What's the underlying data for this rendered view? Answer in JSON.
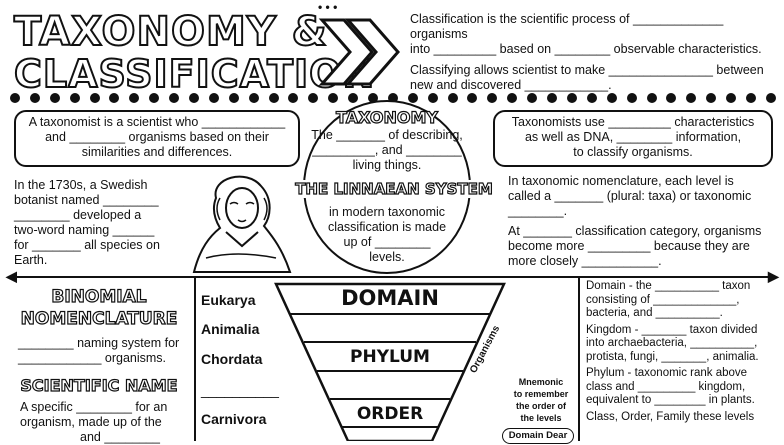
{
  "title": {
    "line1": "TAXONOMY &",
    "line2": "CLASSIFICATION"
  },
  "classification": {
    "line1": "Classification is the scientific process of _____________ organisms",
    "line2": "into _________ based on ________ observable characteristics.",
    "line3": "Classifying allows scientist to make _______________ between",
    "line4": "new and discovered ____________."
  },
  "taxonomist_box": {
    "line1": "A taxonomist is a scientist who ____________",
    "line2": "and ________ organisms based on their",
    "line3": "similarities and differences."
  },
  "taxonomy_center": {
    "heading": "TAXONOMY",
    "line1": "The _______ of describing,",
    "line2": "_________, and ________",
    "line3": "living things.",
    "linnaean": "THE LINNAEAN SYSTEM",
    "line4": "in modern taxonomic",
    "line5": "classification is made",
    "line6": "up of ________",
    "line7": "levels."
  },
  "taxonomists_use": {
    "line1": "Taxonomists use _________ characteristics",
    "line2": "as well as DNA, ________ information,",
    "line3": "to classify organisms."
  },
  "swedish": {
    "line1": "In the 1730s, a Swedish",
    "line2": "botanist named ________",
    "line3": "________ developed a",
    "line4": "two-word naming ______",
    "line5": "for _______ all species on",
    "line6": "Earth."
  },
  "nomenclature": {
    "line1": "In taxonomic nomenclature, each level is",
    "line2": "called a _______ (plural: taxa) or taxonomic",
    "line3": "________."
  },
  "at_each": {
    "line1": "At _______ classification category, organisms",
    "line2": "become more _________ because they are",
    "line3": "more closely ___________."
  },
  "binomial": {
    "heading1": "BINOMIAL",
    "heading2": "NOMENCLATURE",
    "line1": "________ naming system for",
    "line2": "____________ organisms."
  },
  "scientific_name": {
    "heading": "SCIENTIFIC NAME",
    "line1": "A specific ________ for an",
    "line2": "organism, made up of the",
    "line3": "and ________"
  },
  "examples": [
    "Eukarya",
    "Animalia",
    "Chordata",
    "__________",
    "Carnivora"
  ],
  "funnel": {
    "domain": "DOMAIN",
    "phylum": "PHYLUM",
    "order": "ORDER",
    "side": "Organisms"
  },
  "mnemonic": {
    "line1": "Mnemonic",
    "line2": "to remember",
    "line3": "the order of",
    "line4": "the levels",
    "pill": "Domain Dear"
  },
  "domain_def": {
    "line1": "Domain - the __________ taxon",
    "line2": "consisting of _____________,",
    "line3": "bacteria, and __________.",
    "line4": "Kingdom - _______ taxon divided",
    "line5": "into archaebacteria, __________,",
    "line6": "protista, fungi, _______, animalia.",
    "line7": "Phylum - taxonomic rank above",
    "line8": "class and _________ kingdom,",
    "line9": "equivalent to ________ in plants.",
    "line10": "Class, Order, Family  these levels"
  },
  "icons": {
    "arrows": "double-chevron-icon",
    "portrait": "linnaeus-portrait-icon"
  }
}
